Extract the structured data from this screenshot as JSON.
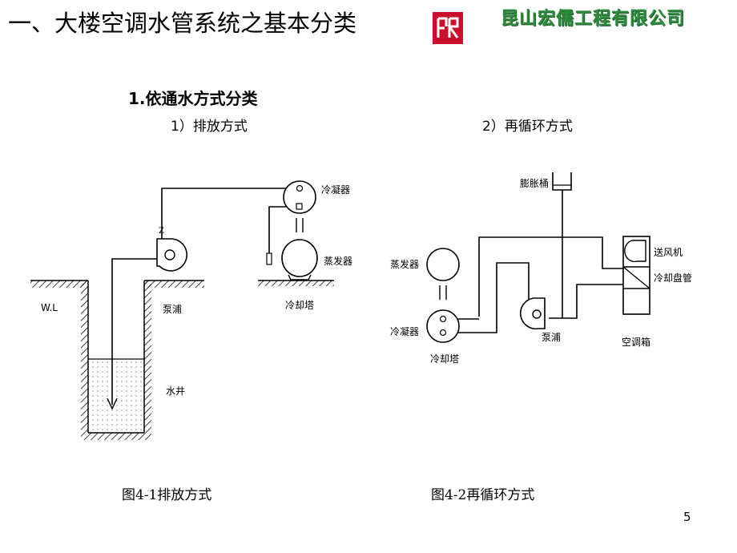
{
  "slide": {
    "title": "一、大楼空调水管系统之基本分类",
    "company": "昆山宏儒工程有限公司",
    "page_number": "5"
  },
  "content": {
    "heading": "1.依通水方式分类",
    "left_subtitle": "1）排放方式",
    "right_subtitle": "2）再循环方式",
    "left_caption": "图4-1排放方式",
    "right_caption": "图4-2再循环方式"
  },
  "diagram_left": {
    "labels": {
      "condenser": "冷凝器",
      "evaporator": "蒸发器",
      "pump": "泵浦",
      "cooling_tower": "冷却塔",
      "water_level": "W.L",
      "well": "水井",
      "pump_mark": "Z"
    }
  },
  "diagram_right": {
    "labels": {
      "expansion_tank": "膨胀桶",
      "evaporator": "蒸发器",
      "condenser": "冷凝器",
      "cooling_tower": "冷却塔",
      "pump": "泵浦",
      "fan": "送风机",
      "coil": "冷却盘管",
      "ahu": "空调箱"
    }
  },
  "colors": {
    "company_text": "#2e8b3e",
    "logo_red": "#c8102e",
    "line": "#000000"
  }
}
